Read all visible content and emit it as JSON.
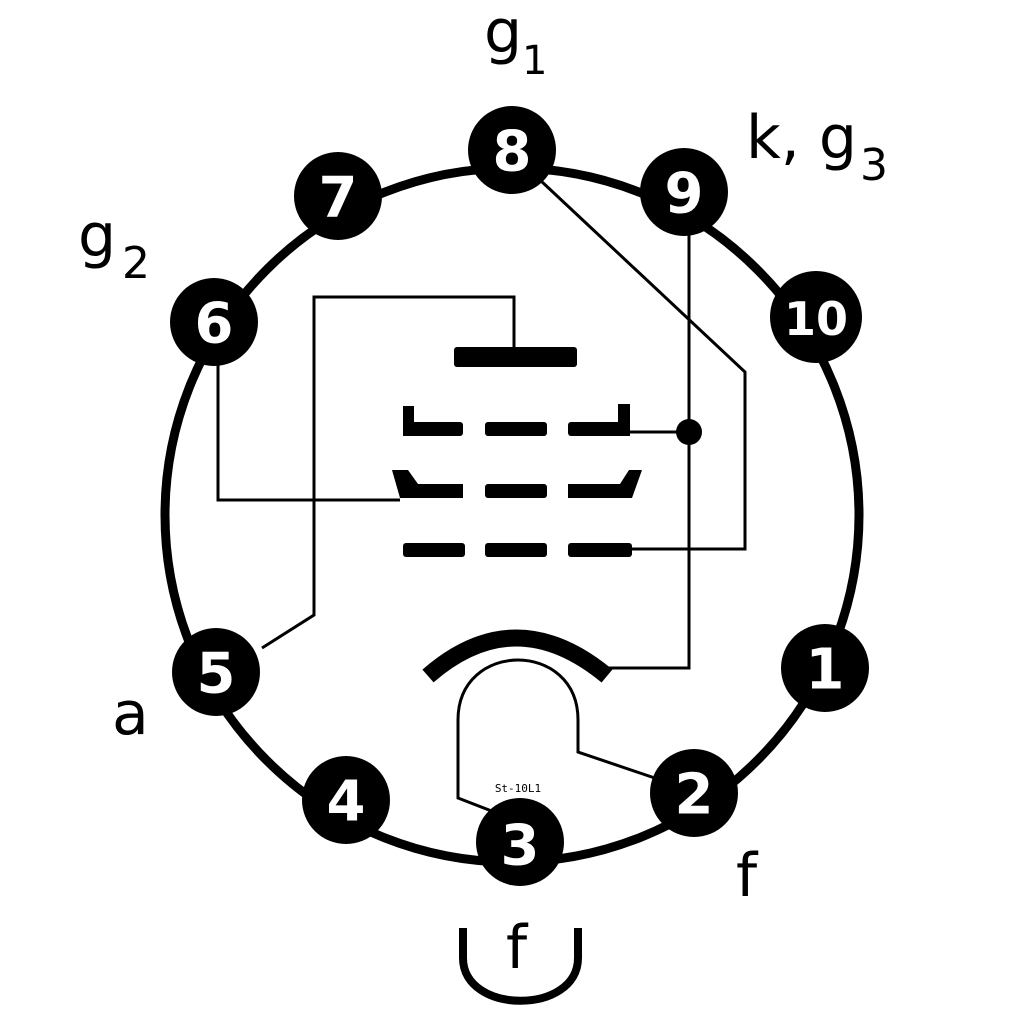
{
  "pins": {
    "p1": "1",
    "p2": "2",
    "p3": "3",
    "p4": "4",
    "p5": "5",
    "p6": "6",
    "p7": "7",
    "p8": "8",
    "p9": "9",
    "p10": "10"
  },
  "labels": {
    "g1_main": "g",
    "g1_sub": "1",
    "kg3_main": "k, g",
    "kg3_sub": "3",
    "g2_main": "g",
    "g2_sub": "2",
    "a": "a",
    "f_right": "f",
    "f_bottom": "f"
  },
  "code": "St-10L1",
  "colors": {
    "ink": "#000000",
    "paper": "#ffffff"
  }
}
